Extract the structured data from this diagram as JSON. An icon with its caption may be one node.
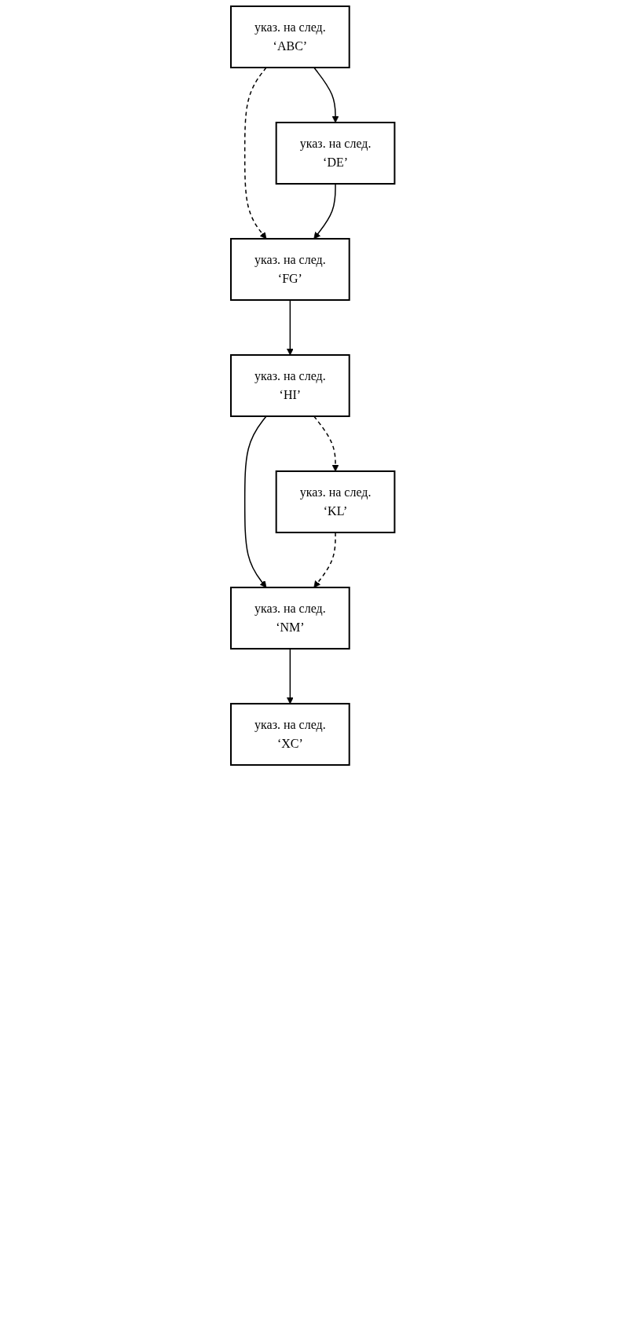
{
  "diagram": {
    "nodes": [
      {
        "text": [
          "указ. на след.",
          "‘ABC’"
        ]
      },
      {
        "text": [
          "указ. на след.",
          "‘DE’"
        ]
      },
      {
        "text": [
          "указ. на след.",
          "‘FG’"
        ]
      },
      {
        "text": [
          "указ. на след.",
          "‘HI’"
        ]
      },
      {
        "text": [
          "указ. на след.",
          "‘KL’"
        ]
      },
      {
        "text": [
          "указ. на след.",
          "‘NM’"
        ]
      },
      {
        "text": [
          "указ. на след.",
          "‘XC’"
        ]
      }
    ],
    "edges": [
      {
        "from": 0,
        "to": 1,
        "arrow": "to"
      },
      {
        "from": 0,
        "to": 2,
        "arrow": "to",
        "style": "dashed"
      },
      {
        "from": 1,
        "to": 2,
        "arrow": "to"
      },
      {
        "from": 2,
        "to": 3,
        "arrow": "to"
      },
      {
        "from": 3,
        "to": 4,
        "arrow": "to",
        "style": "dashed"
      },
      {
        "from": 3,
        "to": 5,
        "arrow": "to"
      },
      {
        "from": 4,
        "to": 5,
        "arrow": "to",
        "style": "dashed"
      },
      {
        "from": 5,
        "to": 6,
        "arrow": "to"
      }
    ]
  }
}
